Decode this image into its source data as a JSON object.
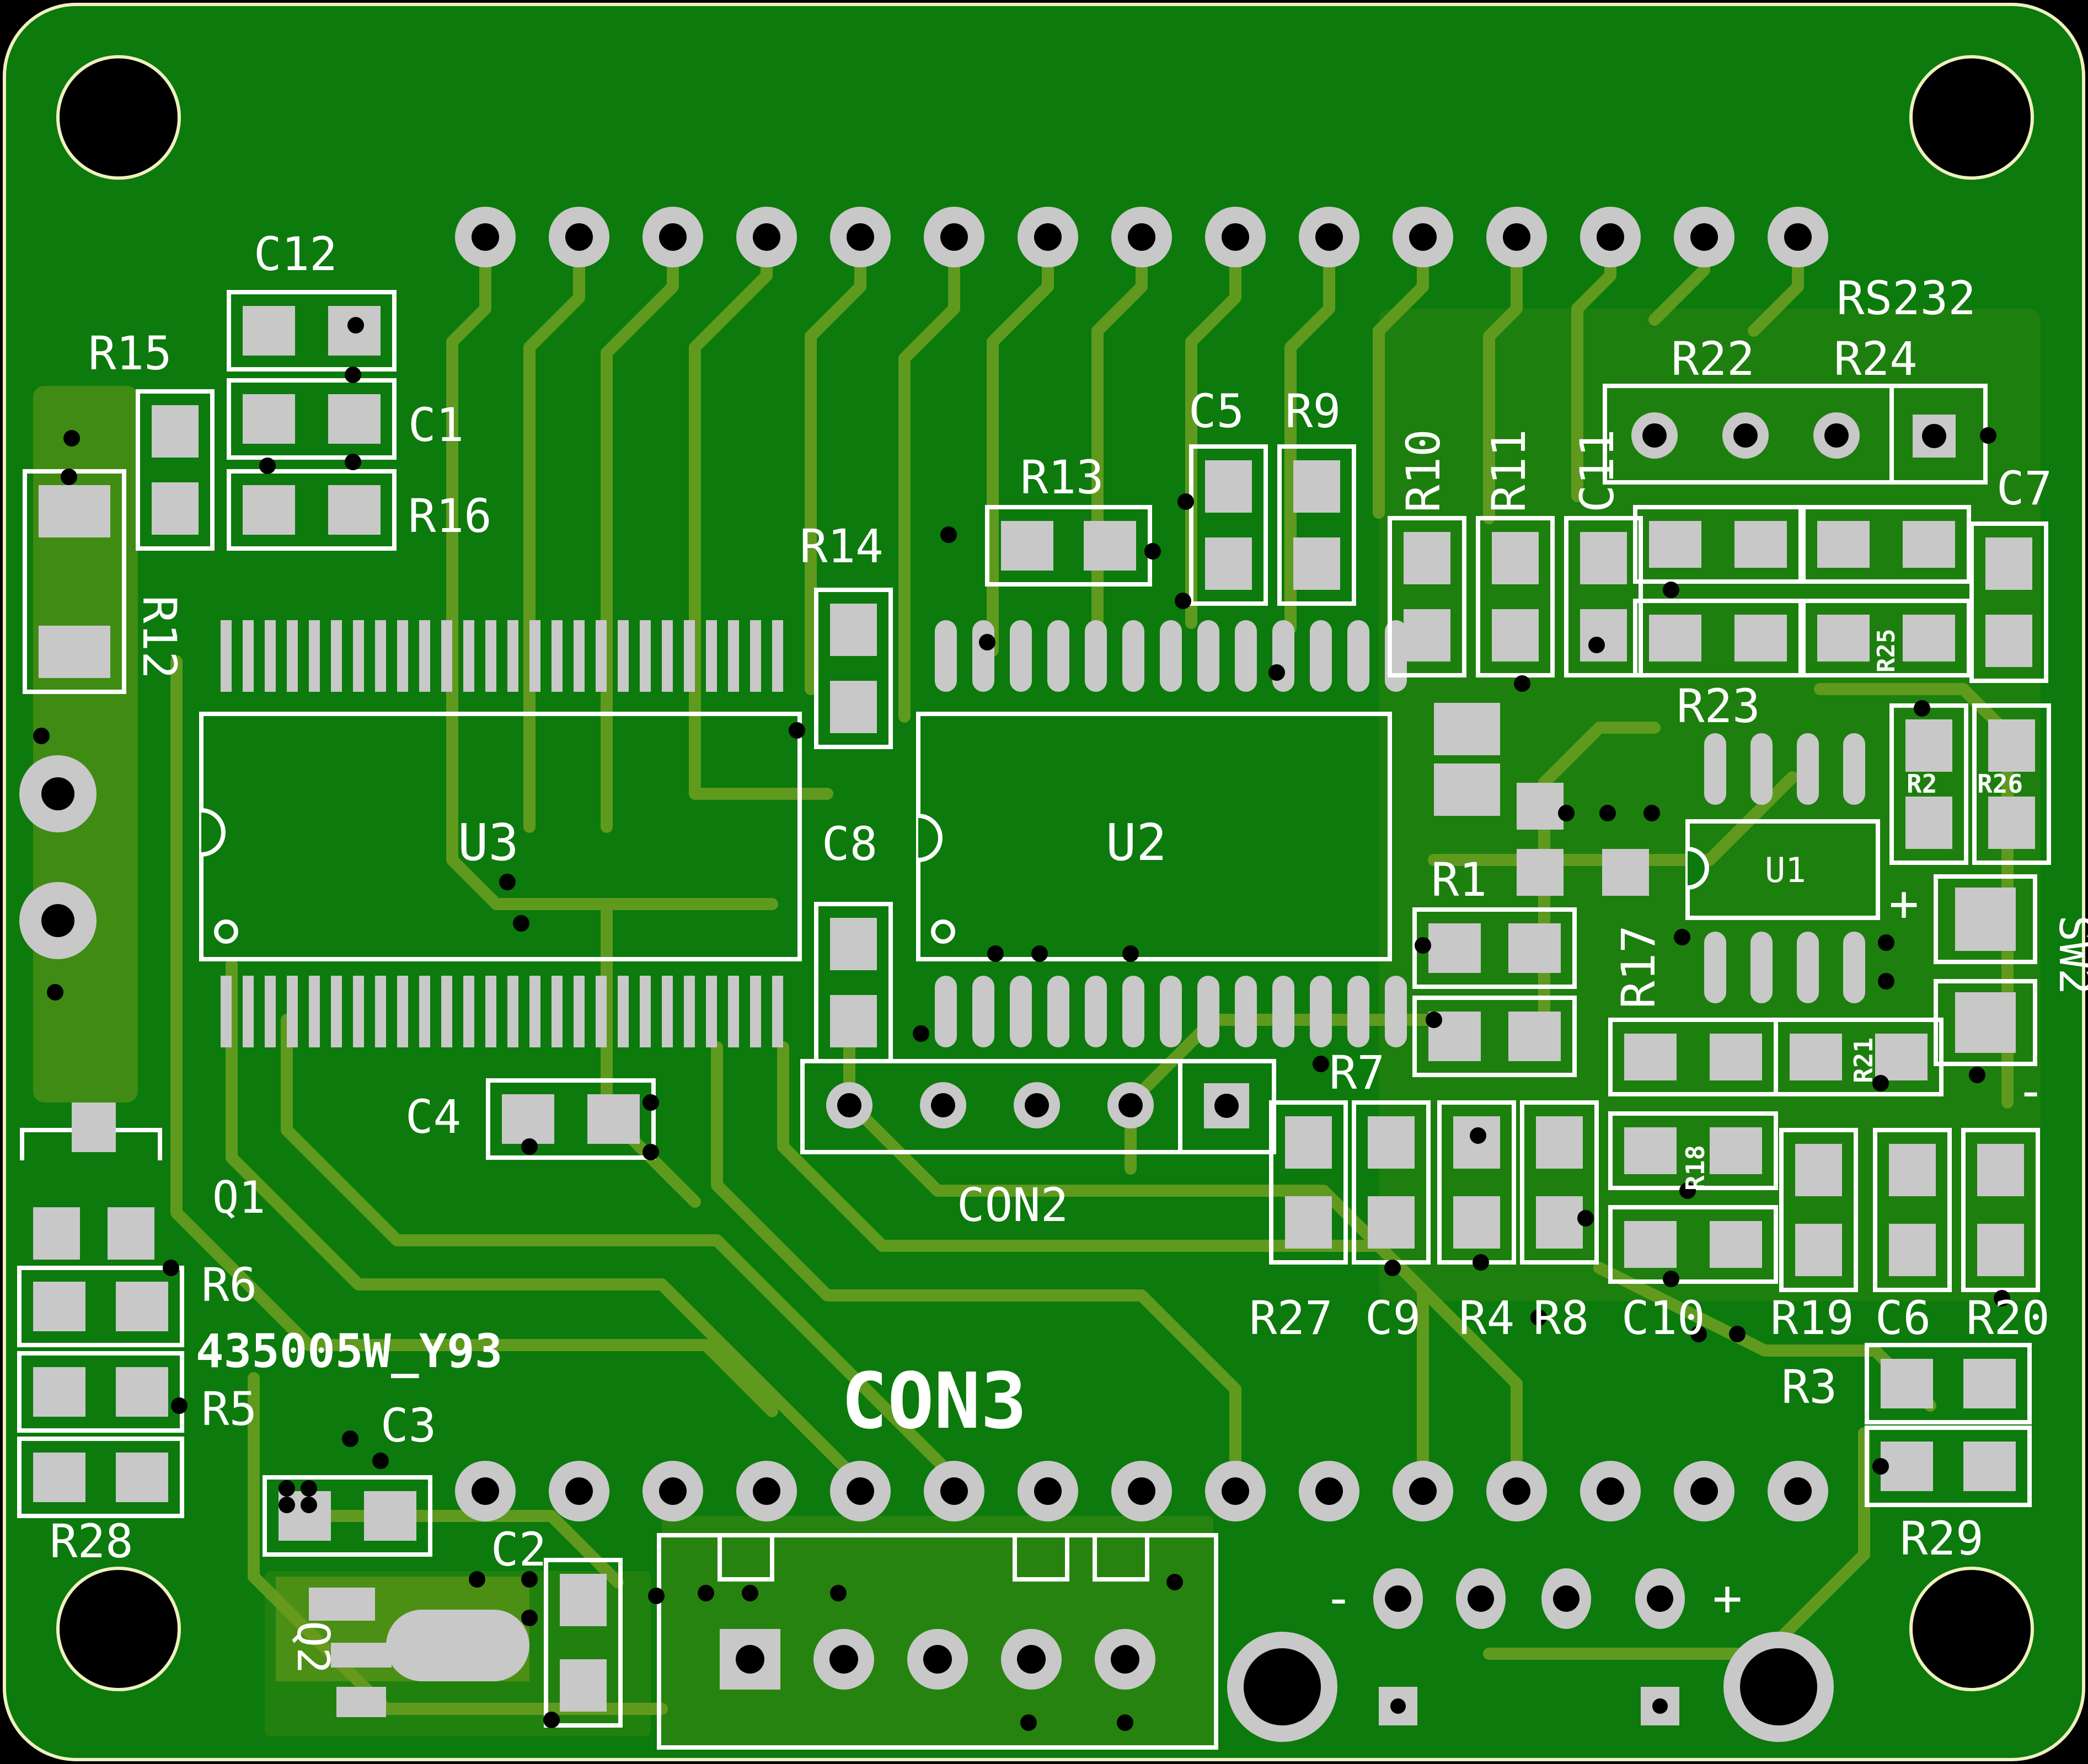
{
  "colors": {
    "substrate": "#0c7a0c",
    "copper_pour": "#0f820f",
    "trace": "#5f9a1f",
    "silkscreen": "#ffffff",
    "pad": "#c8c8c8",
    "drill": "#000000",
    "board_edge": "#f0f0c0"
  },
  "board": {
    "top_header": {
      "designator": "",
      "pin_count": 15
    },
    "bottom_header": {
      "designator": "CON3",
      "pin_count": 15
    },
    "rs232": {
      "designator": "RS232",
      "pin_count": 4
    },
    "con2": {
      "designator": "CON2",
      "pin_count": 5
    },
    "power_connector": {
      "minus_label": "-",
      "plus_label": "+"
    },
    "part_marking": "435005W_Y93",
    "switch_polarity": "+",
    "switch_minus": "-"
  },
  "chips": {
    "u1": "U1",
    "u2": "U2",
    "u3": "U3"
  },
  "labels": {
    "c12": "C12",
    "c1": "C1",
    "r15": "R15",
    "r16": "R16",
    "r12": "R12",
    "c5": "C5",
    "r9": "R9",
    "r13": "R13",
    "r14": "R14",
    "c8": "C8",
    "r10": "R10",
    "r11": "R11",
    "c11": "C11",
    "r22": "R22",
    "r24": "R24",
    "c7": "C7",
    "r25": "R25",
    "r23": "R23",
    "r2": "R2",
    "r26": "R26",
    "r1": "R1",
    "r17": "R17",
    "sw2": "SW2",
    "r7": "R7",
    "r21": "R21",
    "r18": "R18",
    "c4": "C4",
    "q1": "Q1",
    "r6": "R6",
    "r5": "R5",
    "c3": "C3",
    "r28": "R28",
    "c2": "C2",
    "q2": "Q2",
    "r27": "R27",
    "c9": "C9",
    "r4": "R4",
    "r8": "R8",
    "c10": "C10",
    "r19": "R19",
    "c6": "C6",
    "r20": "R20",
    "r3": "R3",
    "r29": "R29"
  }
}
